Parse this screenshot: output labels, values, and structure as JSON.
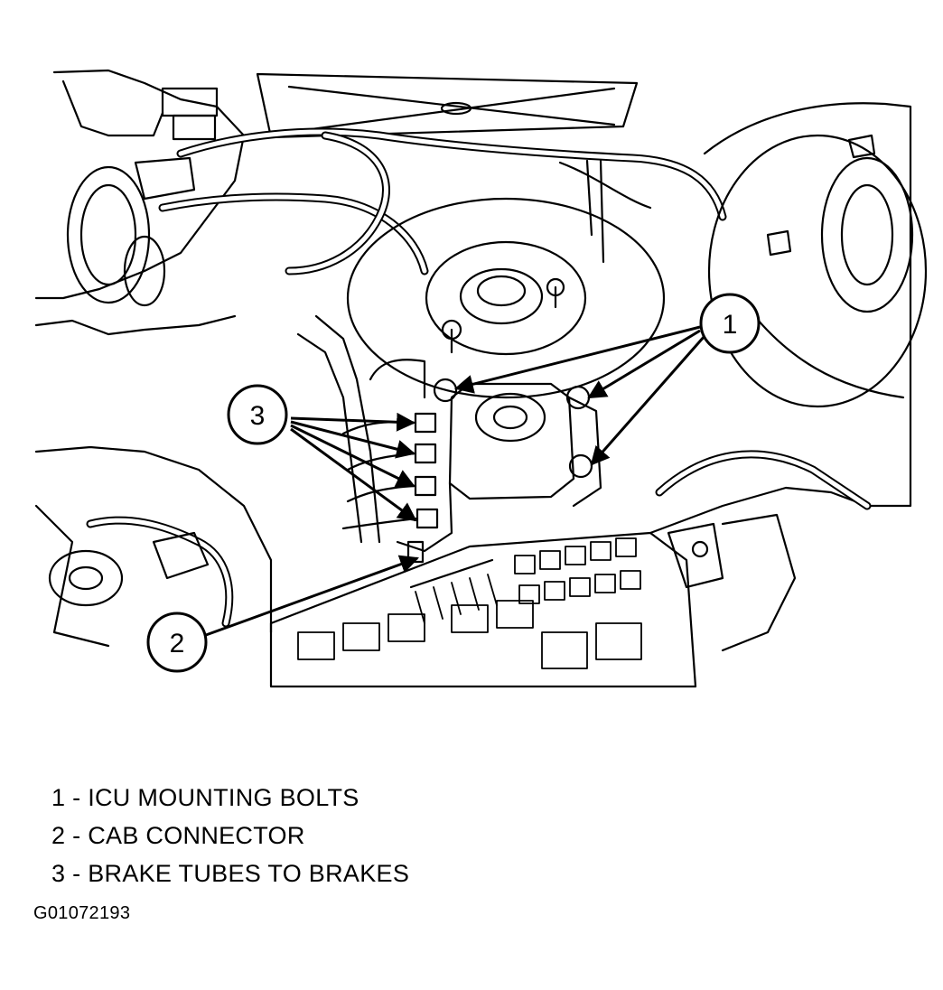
{
  "diagram": {
    "callouts": [
      {
        "number": "1",
        "label": "ICU MOUNTING BOLTS"
      },
      {
        "number": "2",
        "label": "CAB CONNECTOR"
      },
      {
        "number": "3",
        "label": "BRAKE TUBES TO BRAKES"
      }
    ],
    "legend": [
      "1 - ICU MOUNTING BOLTS",
      "2 - CAB CONNECTOR",
      "3 - BRAKE TUBES TO BRAKES"
    ],
    "figure_id": "G01072193"
  }
}
